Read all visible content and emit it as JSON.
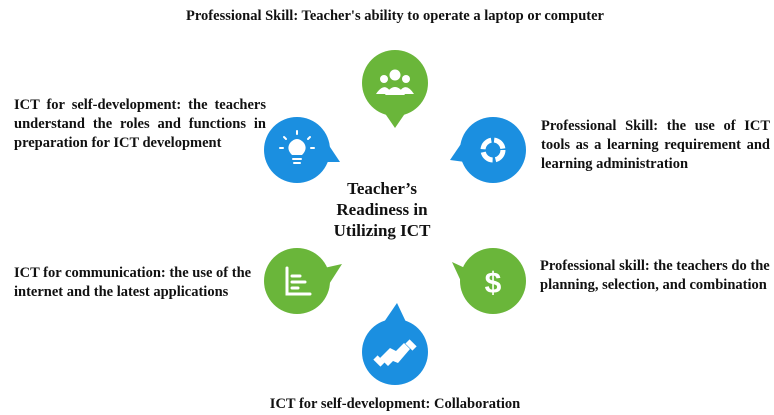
{
  "center": {
    "line1": "Teacher’s",
    "line2": "Readiness in",
    "line3": "Utilizing ICT"
  },
  "items": [
    {
      "text": "Professional Skill: Teacher's ability to operate a laptop or computer",
      "icon": "users-icon",
      "color": "#6ab63a"
    },
    {
      "text": "Professional Skill: the use of ICT tools as a learning requirement and learning administration",
      "icon": "refresh-icon",
      "color": "#1b8fe0"
    },
    {
      "text": "Professional skill: the teachers do the planning, selection, and combination",
      "icon": "dollar-icon",
      "color": "#6ab63a"
    },
    {
      "text": "ICT for self-development: Collaboration",
      "icon": "handshake-icon",
      "color": "#1b8fe0"
    },
    {
      "text": "ICT for communication: the use of the internet and the latest applications",
      "icon": "chart-icon",
      "color": "#6ab63a"
    },
    {
      "text": "ICT for self-development: the teachers understand the roles and functions in preparation for ICT development",
      "icon": "lightbulb-icon",
      "color": "#1b8fe0"
    }
  ]
}
